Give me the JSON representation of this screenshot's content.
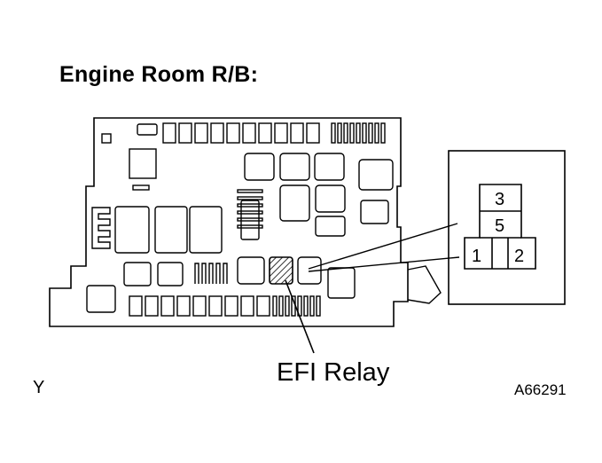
{
  "title": "Engine Room R/B:",
  "callout_label": "EFI Relay",
  "view_letter": "Y",
  "figure_code": "A66291",
  "relay_pins": {
    "top": "3",
    "middle": "5",
    "left": "1",
    "right": "2"
  }
}
